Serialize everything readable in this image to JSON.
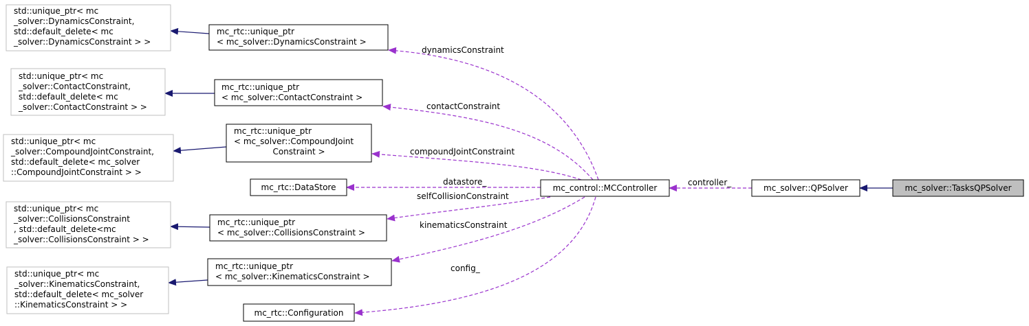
{
  "colors": {
    "background": "#ffffff",
    "node_border": "#000000",
    "external_border": "#bfbfbf",
    "highlight_fill": "#bfbfbf",
    "inherit_edge": "#191970",
    "usage_edge": "#9a32cd"
  },
  "nodes": {
    "tasks_qp_solver": [
      "mc_solver::TasksQPSolver"
    ],
    "qp_solver": [
      "mc_solver::QPSolver"
    ],
    "mc_controller": [
      "mc_control::MCController"
    ],
    "dyn_wrapper": [
      "mc_rtc::unique_ptr",
      "< mc_solver::DynamicsConstraint >"
    ],
    "contact_wrapper": [
      "mc_rtc::unique_ptr",
      "< mc_solver::ContactConstraint >"
    ],
    "compound_wrapper": [
      "mc_rtc::unique_ptr",
      "< mc_solver::CompoundJoint",
      "Constraint >"
    ],
    "datastore": [
      "mc_rtc::DataStore"
    ],
    "collisions_wrapper": [
      "mc_rtc::unique_ptr",
      "< mc_solver::CollisionsConstraint >"
    ],
    "kinematics_wrapper": [
      "mc_rtc::unique_ptr",
      "< mc_solver::KinematicsConstraint >"
    ],
    "configuration": [
      "mc_rtc::Configuration"
    ],
    "dyn_std": [
      "std::unique_ptr< mc",
      "_solver::DynamicsConstraint,",
      " std::default_delete< mc",
      "_solver::DynamicsConstraint > >"
    ],
    "contact_std": [
      "std::unique_ptr< mc",
      "_solver::ContactConstraint,",
      " std::default_delete< mc",
      "_solver::ContactConstraint > >"
    ],
    "compound_std": [
      "std::unique_ptr< mc",
      "_solver::CompoundJointConstraint,",
      " std::default_delete< mc_solver",
      "::CompoundJointConstraint > >"
    ],
    "collisions_std": [
      "std::unique_ptr< mc",
      "_solver::CollisionsConstraint",
      ", std::default_delete<mc",
      "_solver::CollisionsConstraint > >"
    ],
    "kinematics_std": [
      "std::unique_ptr< mc",
      "_solver::KinematicsConstraint,",
      " std::default_delete< mc_solver",
      "::KinematicsConstraint > >"
    ]
  },
  "edge_labels": {
    "controller": "controller_",
    "dynamics": "dynamicsConstraint",
    "contact": "contactConstraint",
    "compound": "compoundJointConstraint",
    "datastore": "datastore_",
    "self_collision": "selfCollisionConstraint",
    "kinematics": "kinematicsConstraint",
    "config": "config_"
  }
}
